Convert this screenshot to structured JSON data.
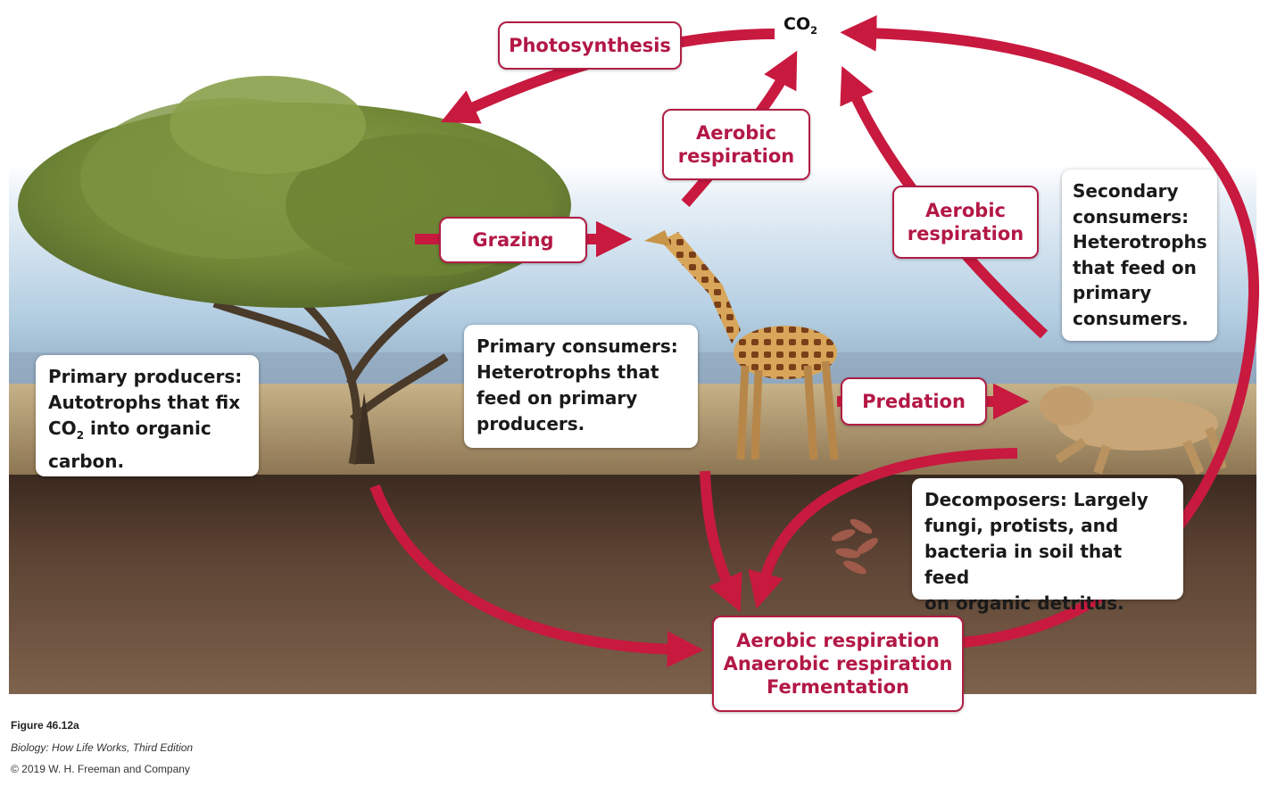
{
  "co2": {
    "main": "CO",
    "sub": "2"
  },
  "process_labels": {
    "photosynthesis": "Photosynthesis",
    "aerobic_1_line1": "Aerobic",
    "aerobic_1_line2": "respiration",
    "aerobic_2_line1": "Aerobic",
    "aerobic_2_line2": "respiration",
    "grazing": "Grazing",
    "predation": "Predation",
    "soil_line1": "Aerobic respiration",
    "soil_line2": "Anaerobic respiration",
    "soil_line3": "Fermentation"
  },
  "info_boxes": {
    "producers_l1": "Primary producers:",
    "producers_l2": "Autotrophs that fix",
    "producers_l3a": "CO",
    "producers_l3sub": "2",
    "producers_l3b": " into organic",
    "producers_l4": "carbon.",
    "primary_l1": "Primary consumers:",
    "primary_l2": "Heterotrophs that",
    "primary_l3": "feed on primary",
    "primary_l4": "producers.",
    "secondary_l1": "Secondary",
    "secondary_l2": "consumers:",
    "secondary_l3": "Heterotrophs",
    "secondary_l4": "that feed on",
    "secondary_l5": "primary",
    "secondary_l6": "consumers.",
    "decomp_l1": "Decomposers: Largely",
    "decomp_l2": "fungi, protists, and",
    "decomp_l3": "bacteria in soil that feed",
    "decomp_l4": "on organic detritus."
  },
  "caption": {
    "figure": "Figure 46.12a",
    "book": "Biology: How Life Works, Third Edition",
    "copyright": "© 2019 W. H. Freeman and Company"
  },
  "colors": {
    "arrow": "#c8193f",
    "label_text": "#b31845",
    "soil": "#5e4434",
    "sky": "#b7d1e6"
  }
}
